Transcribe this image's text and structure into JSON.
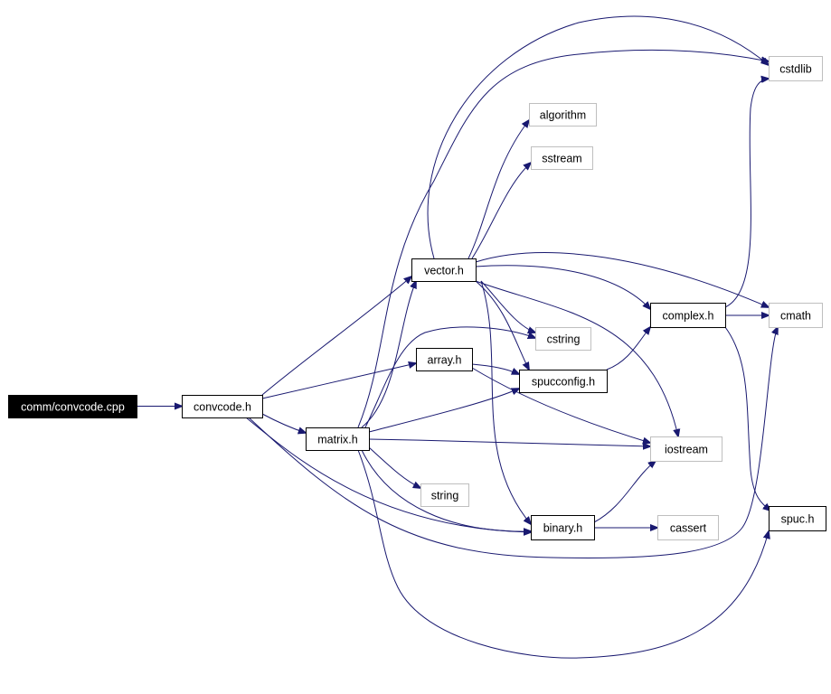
{
  "graph": {
    "colors": {
      "edge": "#191970",
      "node_border": "#000000",
      "external_border": "#bfbfbf",
      "root_fill": "#000000",
      "root_text": "#ffffff"
    },
    "nodes": [
      {
        "id": "convcode_cpp",
        "label": "comm/convcode.cpp",
        "style": "root"
      },
      {
        "id": "convcode_h",
        "label": "convcode.h",
        "style": "local"
      },
      {
        "id": "matrix_h",
        "label": "matrix.h",
        "style": "local"
      },
      {
        "id": "array_h",
        "label": "array.h",
        "style": "local"
      },
      {
        "id": "vector_h",
        "label": "vector.h",
        "style": "local"
      },
      {
        "id": "spucconfig_h",
        "label": "spucconfig.h",
        "style": "local"
      },
      {
        "id": "complex_h",
        "label": "complex.h",
        "style": "local"
      },
      {
        "id": "binary_h",
        "label": "binary.h",
        "style": "local"
      },
      {
        "id": "spuc_h",
        "label": "spuc.h",
        "style": "local"
      },
      {
        "id": "cstdlib",
        "label": "cstdlib",
        "style": "external"
      },
      {
        "id": "algorithm",
        "label": "algorithm",
        "style": "external"
      },
      {
        "id": "sstream",
        "label": "sstream",
        "style": "external"
      },
      {
        "id": "cstring",
        "label": "cstring",
        "style": "external"
      },
      {
        "id": "cmath",
        "label": "cmath",
        "style": "external"
      },
      {
        "id": "iostream",
        "label": "iostream",
        "style": "external"
      },
      {
        "id": "string",
        "label": "string",
        "style": "external"
      },
      {
        "id": "cassert",
        "label": "cassert",
        "style": "external"
      }
    ],
    "edges": [
      {
        "from": "convcode_cpp",
        "to": "convcode_h"
      },
      {
        "from": "convcode_h",
        "to": "vector_h"
      },
      {
        "from": "convcode_h",
        "to": "array_h"
      },
      {
        "from": "convcode_h",
        "to": "matrix_h"
      },
      {
        "from": "convcode_h",
        "to": "binary_h"
      },
      {
        "from": "convcode_h",
        "to": "cmath"
      },
      {
        "from": "vector_h",
        "to": "cstdlib"
      },
      {
        "from": "vector_h",
        "to": "algorithm"
      },
      {
        "from": "vector_h",
        "to": "sstream"
      },
      {
        "from": "vector_h",
        "to": "cmath"
      },
      {
        "from": "vector_h",
        "to": "complex_h"
      },
      {
        "from": "vector_h",
        "to": "cstring"
      },
      {
        "from": "vector_h",
        "to": "spucconfig_h"
      },
      {
        "from": "vector_h",
        "to": "iostream"
      },
      {
        "from": "vector_h",
        "to": "binary_h"
      },
      {
        "from": "array_h",
        "to": "spucconfig_h"
      },
      {
        "from": "array_h",
        "to": "iostream"
      },
      {
        "from": "matrix_h",
        "to": "vector_h"
      },
      {
        "from": "matrix_h",
        "to": "cstring"
      },
      {
        "from": "matrix_h",
        "to": "spucconfig_h"
      },
      {
        "from": "matrix_h",
        "to": "iostream"
      },
      {
        "from": "matrix_h",
        "to": "string"
      },
      {
        "from": "matrix_h",
        "to": "binary_h"
      },
      {
        "from": "matrix_h",
        "to": "spuc_h"
      },
      {
        "from": "matrix_h",
        "to": "cstdlib"
      },
      {
        "from": "spucconfig_h",
        "to": "complex_h"
      },
      {
        "from": "complex_h",
        "to": "cstdlib"
      },
      {
        "from": "complex_h",
        "to": "cmath"
      },
      {
        "from": "complex_h",
        "to": "spuc_h"
      },
      {
        "from": "binary_h",
        "to": "iostream"
      },
      {
        "from": "binary_h",
        "to": "cassert"
      }
    ]
  }
}
